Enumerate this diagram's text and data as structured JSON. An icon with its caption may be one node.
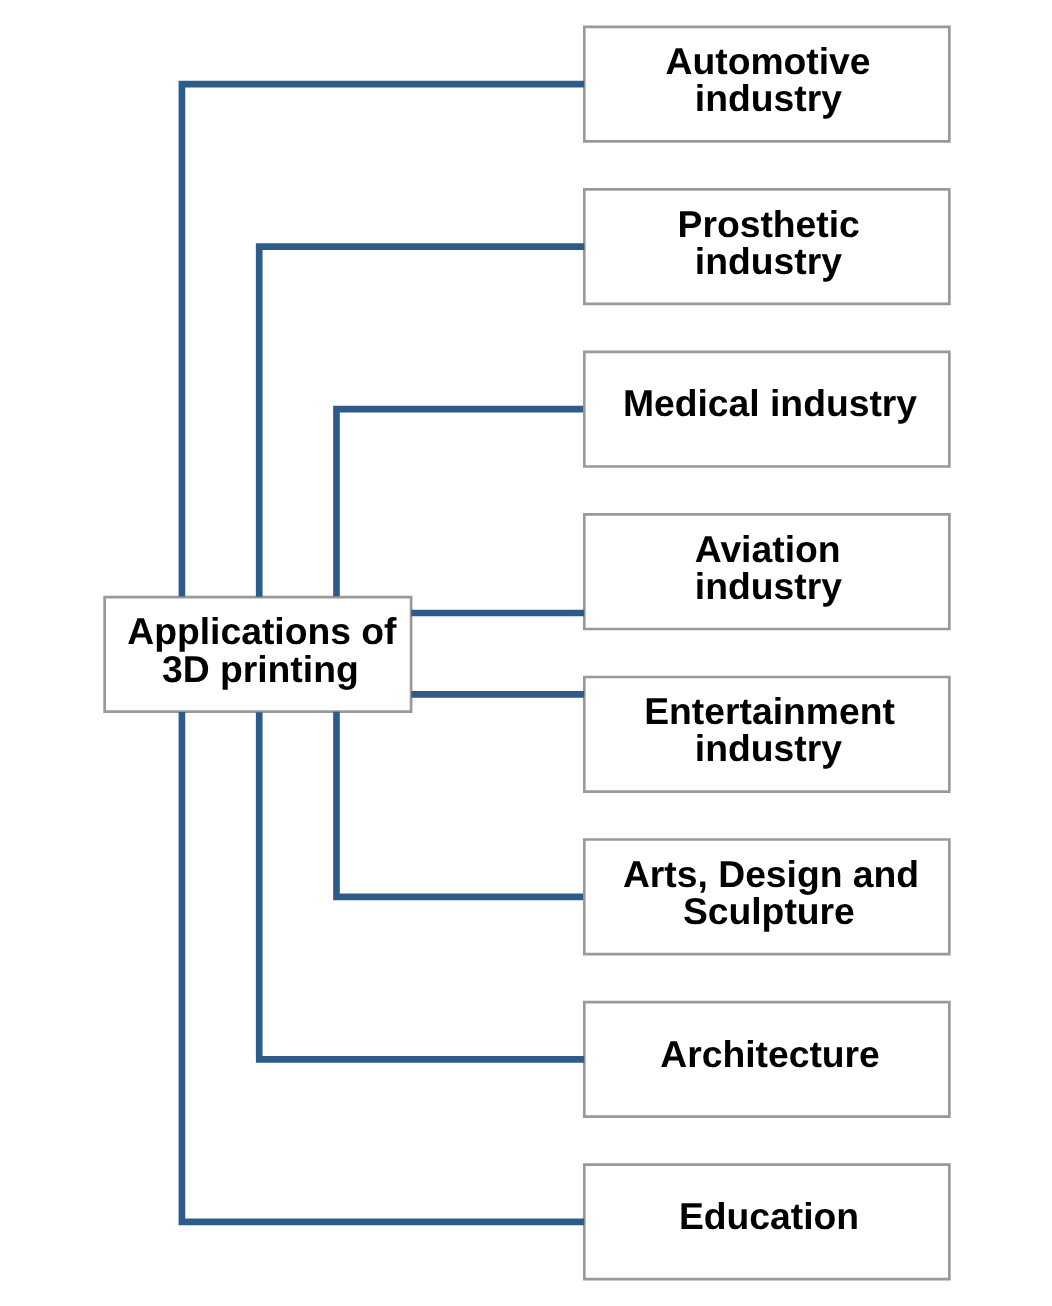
{
  "diagram": {
    "nodes": [
      {
        "text": [
          "Applications of 3D printing"
        ]
      },
      {
        "text": [
          "Automotive industry"
        ]
      },
      {
        "text": [
          "Prosthetic industry"
        ]
      },
      {
        "text": [
          "Medical industry"
        ]
      },
      {
        "text": [
          "Aviation industry"
        ]
      },
      {
        "text": [
          "Entertainment industry"
        ]
      },
      {
        "text": [
          "Arts, Design and Sculpture"
        ]
      },
      {
        "text": [
          "Architecture"
        ]
      },
      {
        "text": [
          "Education"
        ]
      }
    ],
    "edges": [
      {
        "from": 0,
        "to": 1,
        "arrow": "none"
      },
      {
        "from": 0,
        "to": 2,
        "arrow": "none"
      },
      {
        "from": 0,
        "to": 3,
        "arrow": "none"
      },
      {
        "from": 0,
        "to": 4,
        "arrow": "none"
      },
      {
        "from": 0,
        "to": 5,
        "arrow": "none"
      },
      {
        "from": 0,
        "to": 6,
        "arrow": "none"
      },
      {
        "from": 0,
        "to": 7,
        "arrow": "none"
      },
      {
        "from": 0,
        "to": 8,
        "arrow": "none"
      }
    ]
  }
}
